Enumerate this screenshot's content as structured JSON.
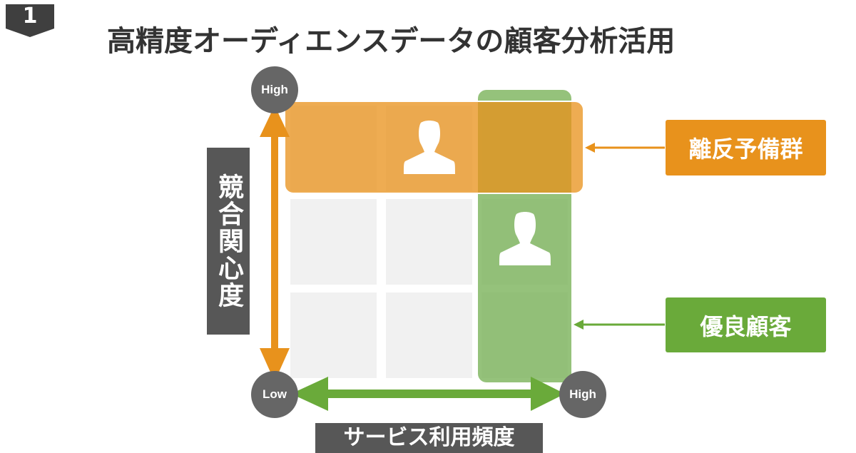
{
  "slide": {
    "number": "1",
    "title": "高精度オーディエンスデータの顧客分析活用"
  },
  "matrix": {
    "rows": 3,
    "cols": 3
  },
  "axes": {
    "y_label": "競合関心度",
    "y_high": "High",
    "x_label": "サービス利用頻度",
    "x_low": "Low",
    "x_high": "High"
  },
  "segments": {
    "churn": {
      "label": "離反予備群",
      "color": "#e8921c",
      "icon": "person-icon"
    },
    "loyal": {
      "label": "優良顧客",
      "color": "#6aaa3a",
      "icon": "person-icon"
    }
  },
  "colors": {
    "cell": "#f1f1f1",
    "axis_orange": "#e8921c",
    "axis_green": "#6aaa3a",
    "node": "#666666"
  }
}
